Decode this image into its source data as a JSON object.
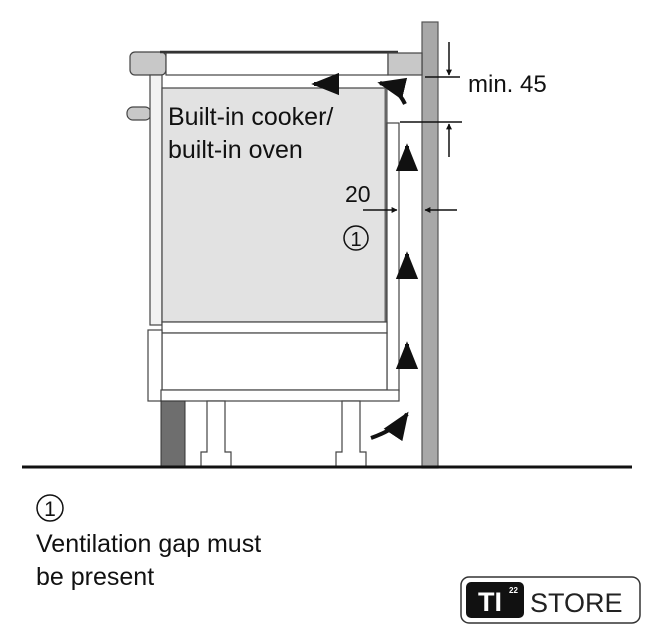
{
  "diagram": {
    "appliance_label_line1": "Built-in cooker/",
    "appliance_label_line2": "built-in oven",
    "dimension_top": "min. 45",
    "dimension_gap": "20",
    "marker": "1"
  },
  "legend": {
    "marker": "1",
    "line1": "Ventilation gap must",
    "line2": "be present"
  },
  "logo": {
    "badge": "TI",
    "superscript": "22",
    "word": "STORE"
  },
  "colors": {
    "wall": "#a8a8a8",
    "worktop": "#c8c8c8",
    "oven": "#e2e2e2",
    "plinth": "#6e6e6e"
  }
}
